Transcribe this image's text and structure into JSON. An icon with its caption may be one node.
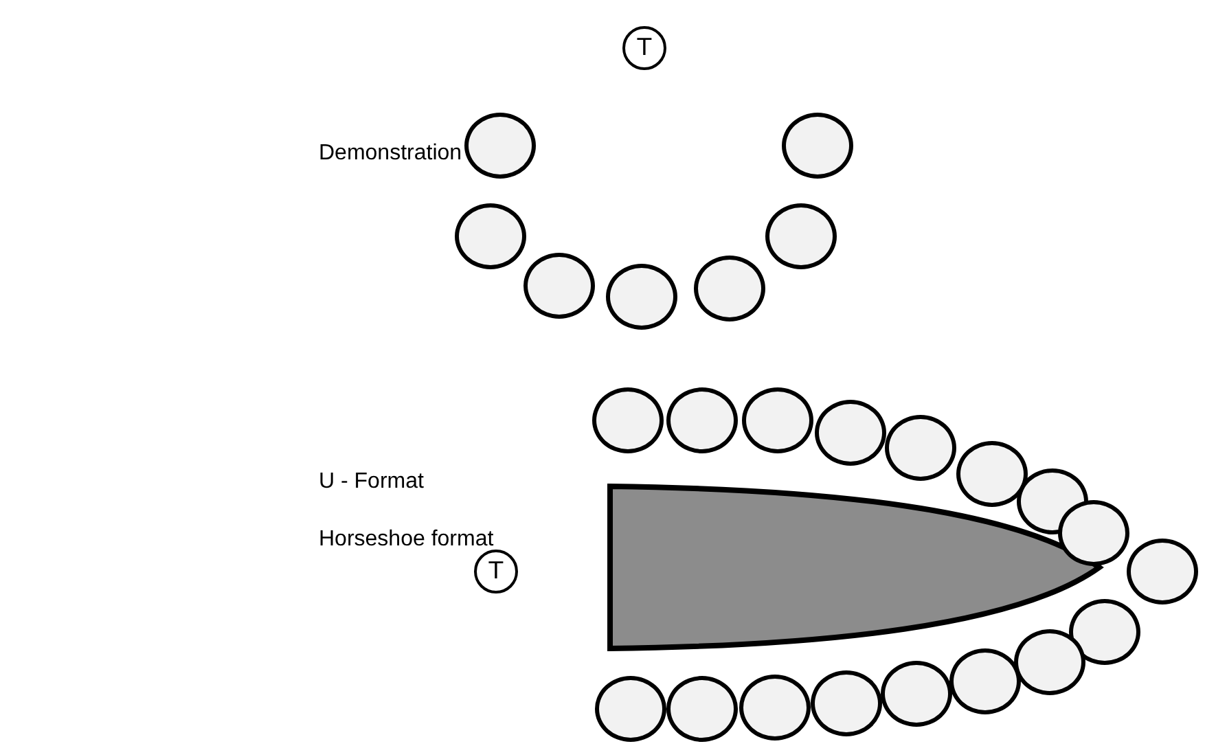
{
  "diagram": {
    "nodes": [
      {
        "text": [
          "T"
        ]
      },
      {
        "text": [],
        "shape": "circle"
      },
      {
        "text": [],
        "shape": "circle"
      },
      {
        "text": [],
        "shape": "circle"
      },
      {
        "text": [],
        "shape": "circle"
      },
      {
        "text": [],
        "shape": "circle"
      },
      {
        "text": [],
        "shape": "circle"
      },
      {
        "text": [],
        "shape": "circle"
      },
      {
        "text": [],
        "shape": "circle"
      },
      {
        "text": [],
        "shape": "circle"
      },
      {
        "text": [],
        "shape": "circle"
      },
      {
        "text": [],
        "shape": "circle"
      },
      {
        "text": [],
        "shape": "circle"
      },
      {
        "text": [],
        "shape": "circle"
      },
      {
        "text": [],
        "shape": "circle"
      },
      {
        "text": [],
        "shape": "circle"
      },
      {
        "text": [],
        "shape": "circle"
      },
      {
        "text": [
          "T"
        ]
      },
      {
        "text": [],
        "shape": "circle"
      },
      {
        "text": [],
        "shape": "circle"
      },
      {
        "text": [],
        "shape": "circle"
      },
      {
        "text": [],
        "shape": "circle"
      },
      {
        "text": [],
        "shape": "circle"
      },
      {
        "text": [],
        "shape": "circle"
      },
      {
        "text": [],
        "shape": "circle"
      },
      {
        "text": [],
        "shape": "circle"
      }
    ],
    "labels": [
      "Demonstration",
      "U - Format",
      "Horseshoe format"
    ]
  }
}
